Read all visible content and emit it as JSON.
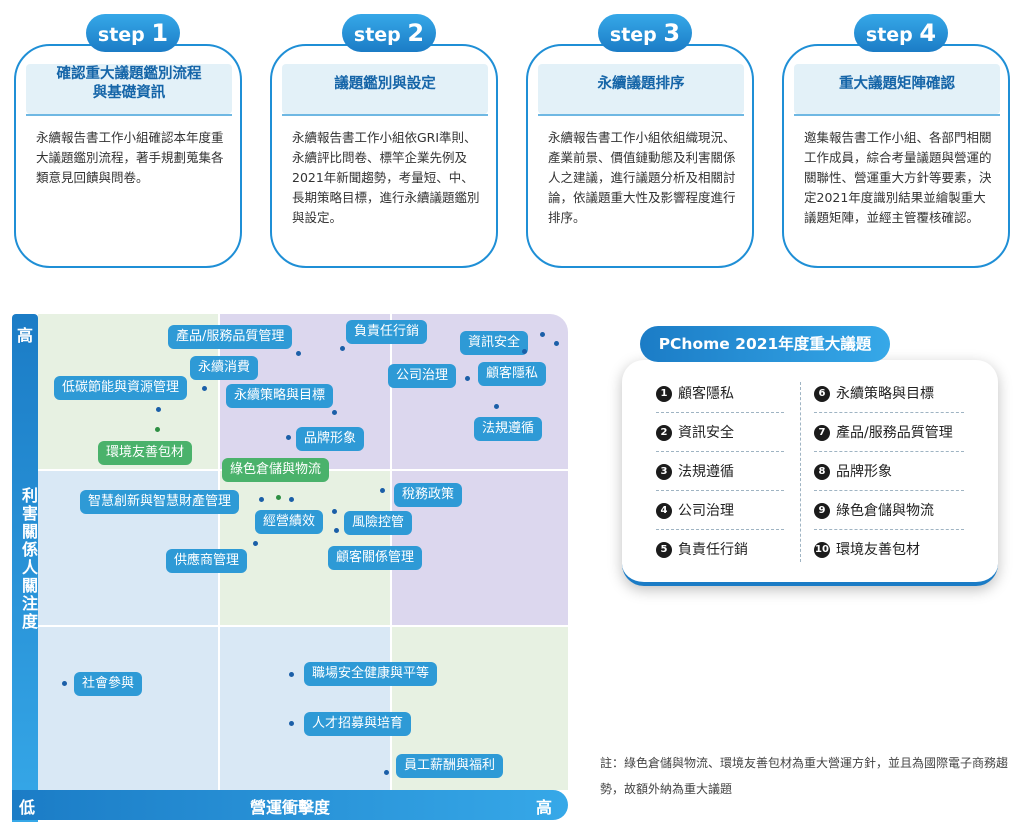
{
  "steps": [
    {
      "word": "step",
      "num": "1",
      "title": "確認重大議題鑑別流程\n與基礎資訊",
      "body": "永續報告書工作小組確認本年度重大議題鑑別流程，著手規劃蒐集各類意見回饋與問卷。"
    },
    {
      "word": "step",
      "num": "2",
      "title": "議題鑑別與設定",
      "body": "永續報告書工作小組依GRI準則、永續評比問卷、標竿企業先例及2021年新聞趨勢，考量短、中、長期策略目標，進行永續議題鑑別與設定。"
    },
    {
      "word": "step",
      "num": "3",
      "title": "永續議題排序",
      "body": "永續報告書工作小組依組織現況、產業前景、價值鏈動態及利害關係人之建議，進行議題分析及相關討論，依議題重大性及影響程度進行排序。"
    },
    {
      "word": "step",
      "num": "4",
      "title": "重大議題矩陣確認",
      "body": "邀集報告書工作小組、各部門相關工作成員，綜合考量議題與營運的關聯性、營運重大方針等要素，決定2021年度識別結果並繪製重大議題矩陣，並經主管覆核確認。"
    }
  ],
  "matrix": {
    "y_axis": {
      "label": "利害關係人關注度",
      "high": "高",
      "low": "低"
    },
    "x_axis": {
      "label": "營運衝擊度",
      "high": "高"
    },
    "items": [
      {
        "label": "產品/服務品質管理",
        "green": false
      },
      {
        "label": "負責任行銷",
        "green": false
      },
      {
        "label": "資訊安全",
        "green": false
      },
      {
        "label": "永續消費",
        "green": false
      },
      {
        "label": "公司治理",
        "green": false
      },
      {
        "label": "顧客隱私",
        "green": false
      },
      {
        "label": "低碳節能與資源管理",
        "green": false
      },
      {
        "label": "永續策略與目標",
        "green": false
      },
      {
        "label": "品牌形象",
        "green": false
      },
      {
        "label": "法規遵循",
        "green": false
      },
      {
        "label": "環境友善包材",
        "green": true
      },
      {
        "label": "綠色倉儲與物流",
        "green": true
      },
      {
        "label": "智慧創新與智慧財產管理",
        "green": false
      },
      {
        "label": "稅務政策",
        "green": false
      },
      {
        "label": "經營績效",
        "green": false
      },
      {
        "label": "風險控管",
        "green": false
      },
      {
        "label": "供應商管理",
        "green": false
      },
      {
        "label": "顧客關係管理",
        "green": false
      },
      {
        "label": "社會參與",
        "green": false
      },
      {
        "label": "職場安全健康與平等",
        "green": false
      },
      {
        "label": "人才招募與培育",
        "green": false
      },
      {
        "label": "員工薪酬與福利",
        "green": false
      }
    ]
  },
  "legend": {
    "title": "PChome 2021年度重大議題",
    "items": [
      {
        "n": "1",
        "label": "顧客隱私"
      },
      {
        "n": "2",
        "label": "資訊安全"
      },
      {
        "n": "3",
        "label": "法規遵循"
      },
      {
        "n": "4",
        "label": "公司治理"
      },
      {
        "n": "5",
        "label": "負責任行銷"
      },
      {
        "n": "6",
        "label": "永續策略與目標"
      },
      {
        "n": "7",
        "label": "產品/服務品質管理"
      },
      {
        "n": "8",
        "label": "品牌形象"
      },
      {
        "n": "9",
        "label": "綠色倉儲與物流"
      },
      {
        "n": "10",
        "label": "環境友善包材"
      }
    ]
  },
  "note": "註：綠色倉儲與物流、環境友善包材為重大營運方針，並且為國際電子商務趨勢，故額外納為重大議題"
}
